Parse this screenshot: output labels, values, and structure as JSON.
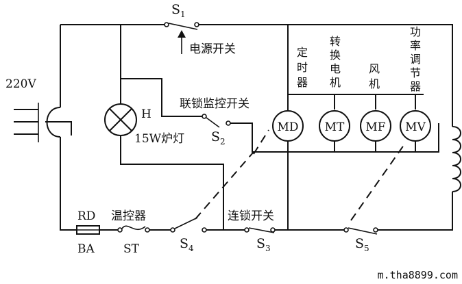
{
  "labels": {
    "voltage": "220V",
    "s1": "S",
    "s1_sub": "1",
    "power_switch": "电源开关",
    "lamp_h": "H",
    "lamp": "15W炉灯",
    "interlock_monitor_switch": "联锁监控开关",
    "s2": "S",
    "s2_sub": "2",
    "timer": [
      "定",
      "时",
      "器"
    ],
    "turntable_motor": [
      "转",
      "换",
      "电",
      "机"
    ],
    "fan": [
      "风",
      "机"
    ],
    "power_regulator": [
      "功",
      "率",
      "调",
      "节",
      "器"
    ],
    "motor_md": "MD",
    "motor_mt": "MT",
    "motor_mf": "MF",
    "motor_mv": "MV",
    "rd": "RD",
    "ba": "BA",
    "thermostat": "温控器",
    "st": "ST",
    "s4": "S",
    "s4_sub": "4",
    "interlock_switch": "连锁开关",
    "s3": "S",
    "s3_sub": "3",
    "s5": "S",
    "s5_sub": "5"
  },
  "watermark": "m.tha8899.com"
}
